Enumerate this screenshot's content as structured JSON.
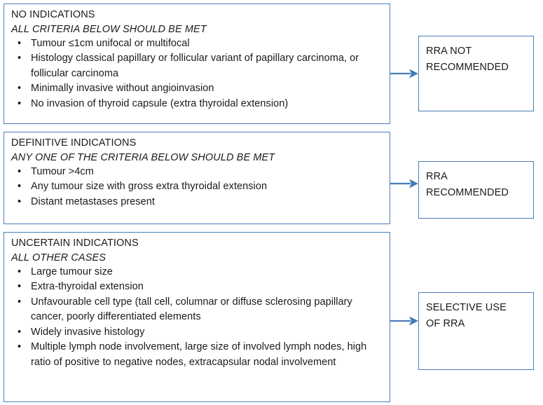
{
  "theme": {
    "border_color": "#4A7EBB",
    "arrow_color": "#4A7EBB",
    "text_color": "#1a1a1a",
    "background": "#ffffff"
  },
  "criteria_boxes": [
    {
      "id": "no-indications",
      "title": "NO INDICATIONS",
      "subtitle": "ALL CRITERIA BELOW SHOULD BE MET",
      "bullet": "•",
      "items": [
        "Tumour ≤1cm unifocal or multifocal",
        "Histology classical papillary or follicular variant of papillary carcinoma, or follicular carcinoma",
        "Minimally invasive without angioinvasion",
        "No invasion of thyroid capsule (extra thyroidal extension)"
      ]
    },
    {
      "id": "definitive-indications",
      "title": "DEFINITIVE INDICATIONS",
      "subtitle": "ANY ONE OF THE CRITERIA BELOW SHOULD BE MET",
      "bullet": "•",
      "items": [
        "Tumour >4cm",
        "Any tumour size with gross extra thyroidal extension",
        "Distant metastases present"
      ]
    },
    {
      "id": "uncertain-indications",
      "title": "UNCERTAIN INDICATIONS",
      "subtitle": "ALL OTHER CASES",
      "bullet": "•",
      "items": [
        "Large tumour size",
        "Extra-thyroidal extension",
        "Unfavourable cell type (tall cell, columnar or diffuse sclerosing papillary cancer, poorly differentiated elements",
        "Widely invasive histology",
        "Multiple lymph node involvement, large size of involved lymph nodes, high ratio of positive to negative nodes, extracapsular nodal involvement"
      ]
    }
  ],
  "outcome_boxes": [
    {
      "id": "rra-not-recommended",
      "lines": [
        "RRA NOT",
        "RECOMMENDED"
      ]
    },
    {
      "id": "rra-recommended",
      "lines": [
        "RRA",
        "RECOMMENDED"
      ]
    },
    {
      "id": "selective-use-of-rra",
      "lines": [
        "SELECTIVE USE",
        "OF RRA"
      ]
    }
  ],
  "arrows": [
    {
      "id": "arrow-no-indications-to-not-recommended",
      "from": "no-indications",
      "to": "rra-not-recommended"
    },
    {
      "id": "arrow-definitive-to-recommended",
      "from": "definitive-indications",
      "to": "rra-recommended"
    },
    {
      "id": "arrow-uncertain-to-selective",
      "from": "uncertain-indications",
      "to": "selective-use-of-rra"
    }
  ]
}
